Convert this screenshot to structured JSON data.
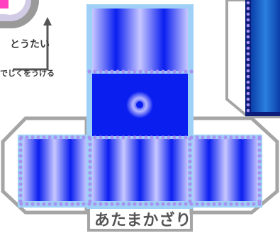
{
  "texts": {
    "top_label": "とうたい",
    "instruction": "でじくをうける",
    "bottom_label": "あたまかざり"
  },
  "colors": {
    "panel_blue": "#0a1ef0",
    "panel_light": "#c8c8ff",
    "frame_light_blue": "#9fd0f6",
    "dot_purple": "#a793f2",
    "gray_outline": "#a5a5a5",
    "right_panel_blue": "#1f73d9",
    "right_panel_dark": "#0b1c7a",
    "pink": "#ff3fbf",
    "gray_disc": "#9a9a9a",
    "label_dark": "#3a3a3a"
  },
  "icons": [
    "arrow-icon",
    "concentric-target-icon"
  ]
}
